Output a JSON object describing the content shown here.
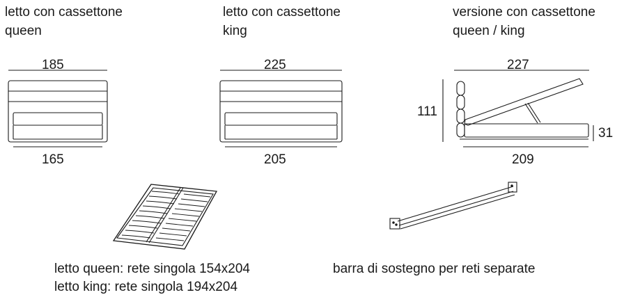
{
  "captions": {
    "queen": {
      "line1": "letto con cassettone",
      "line2": "queen"
    },
    "king": {
      "line1": "letto con cassettone",
      "line2": "king"
    },
    "version": {
      "line1": "versione con cassettone",
      "line2": "queen / king"
    }
  },
  "dimensions": {
    "queen_top": "185",
    "queen_bottom": "165",
    "king_top": "225",
    "king_bottom": "205",
    "side_top": "227",
    "side_height": "111",
    "side_base_height": "31",
    "side_bottom": "209"
  },
  "notes": {
    "slats_line1": "letto queen: rete singola 154x204",
    "slats_line2": "letto king: rete singola 194x204",
    "bar": "barra di sostegno per reti separate"
  }
}
